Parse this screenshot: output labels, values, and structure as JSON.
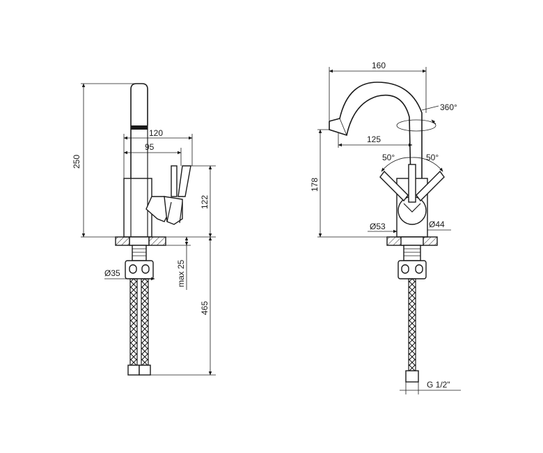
{
  "side_view": {
    "dim_height_total": "250",
    "dim_spout_reach": "120",
    "dim_handle_reach": "95",
    "dim_body_height": "122",
    "dim_max_thickness": "max 25",
    "dim_hose_length": "465",
    "dim_base_diameter": "Ø35"
  },
  "front_view": {
    "dim_spout_width": "160",
    "dim_rotation": "360°",
    "dim_spout_reach": "125",
    "dim_angle_left": "50°",
    "dim_angle_right": "50°",
    "dim_height": "178",
    "dim_flange_diameter": "Ø53",
    "dim_body_diameter": "Ø44",
    "dim_thread": "G 1/2\""
  }
}
